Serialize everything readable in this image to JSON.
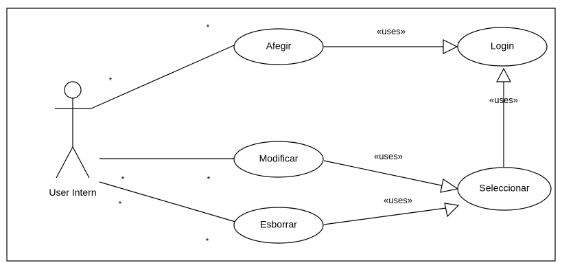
{
  "actor": {
    "name": "User Intern"
  },
  "use_cases": {
    "afegir": "Afegir",
    "login": "Login",
    "modificar": "Modificar",
    "seleccionar": "Seleccionar",
    "esborrar": "Esborrar"
  },
  "relations": {
    "uses": "«uses»"
  },
  "multiplicity": {
    "many": "*"
  }
}
